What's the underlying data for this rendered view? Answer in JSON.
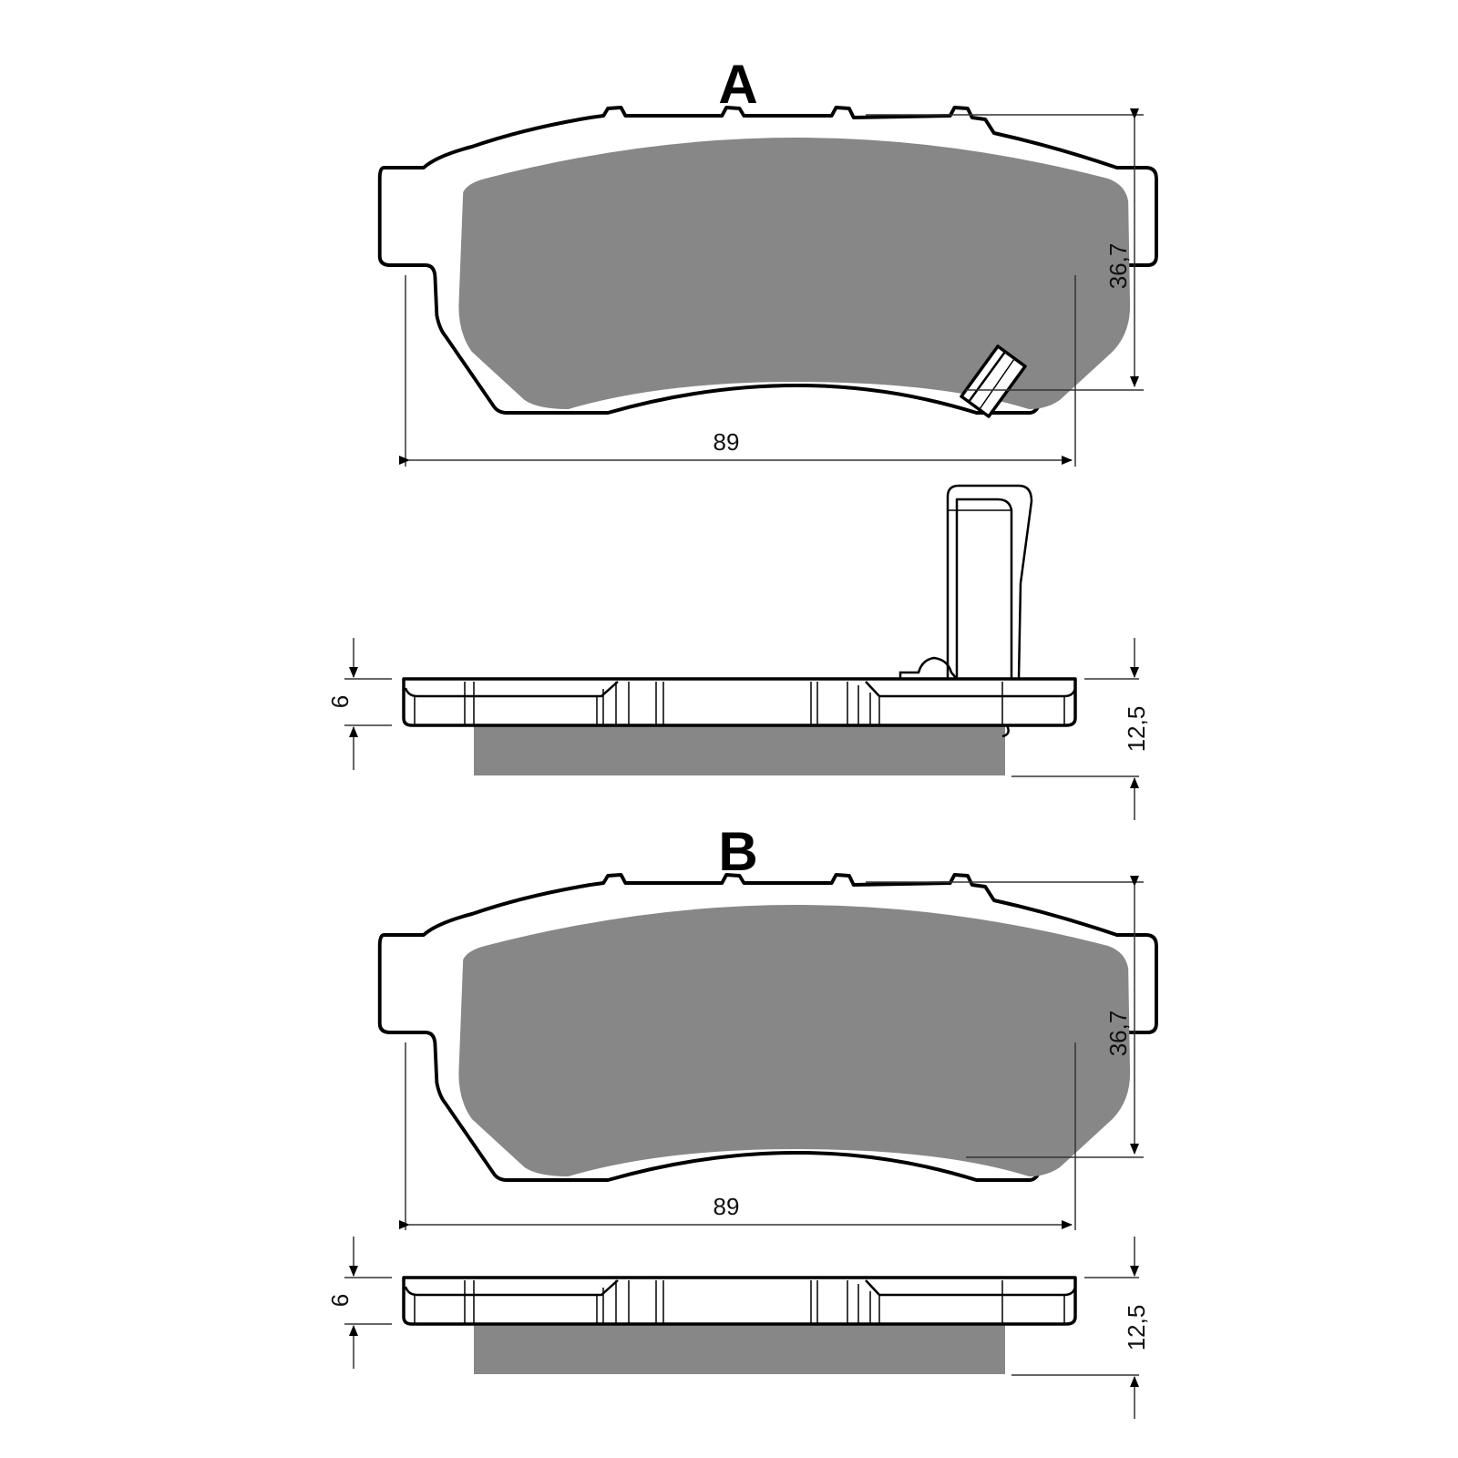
{
  "diagram": {
    "views": [
      {
        "id": "A",
        "label": "A",
        "has_wear_indicator": true,
        "dimensions": {
          "width": "89",
          "height": "36,7",
          "backing_thickness": "6",
          "total_thickness": "12,5"
        }
      },
      {
        "id": "B",
        "label": "B",
        "has_wear_indicator": false,
        "dimensions": {
          "width": "89",
          "height": "36,7",
          "backing_thickness": "6",
          "total_thickness": "12,5"
        }
      }
    ],
    "colors": {
      "friction_material": "#878787",
      "outline": "#000000",
      "background": "#ffffff"
    }
  }
}
